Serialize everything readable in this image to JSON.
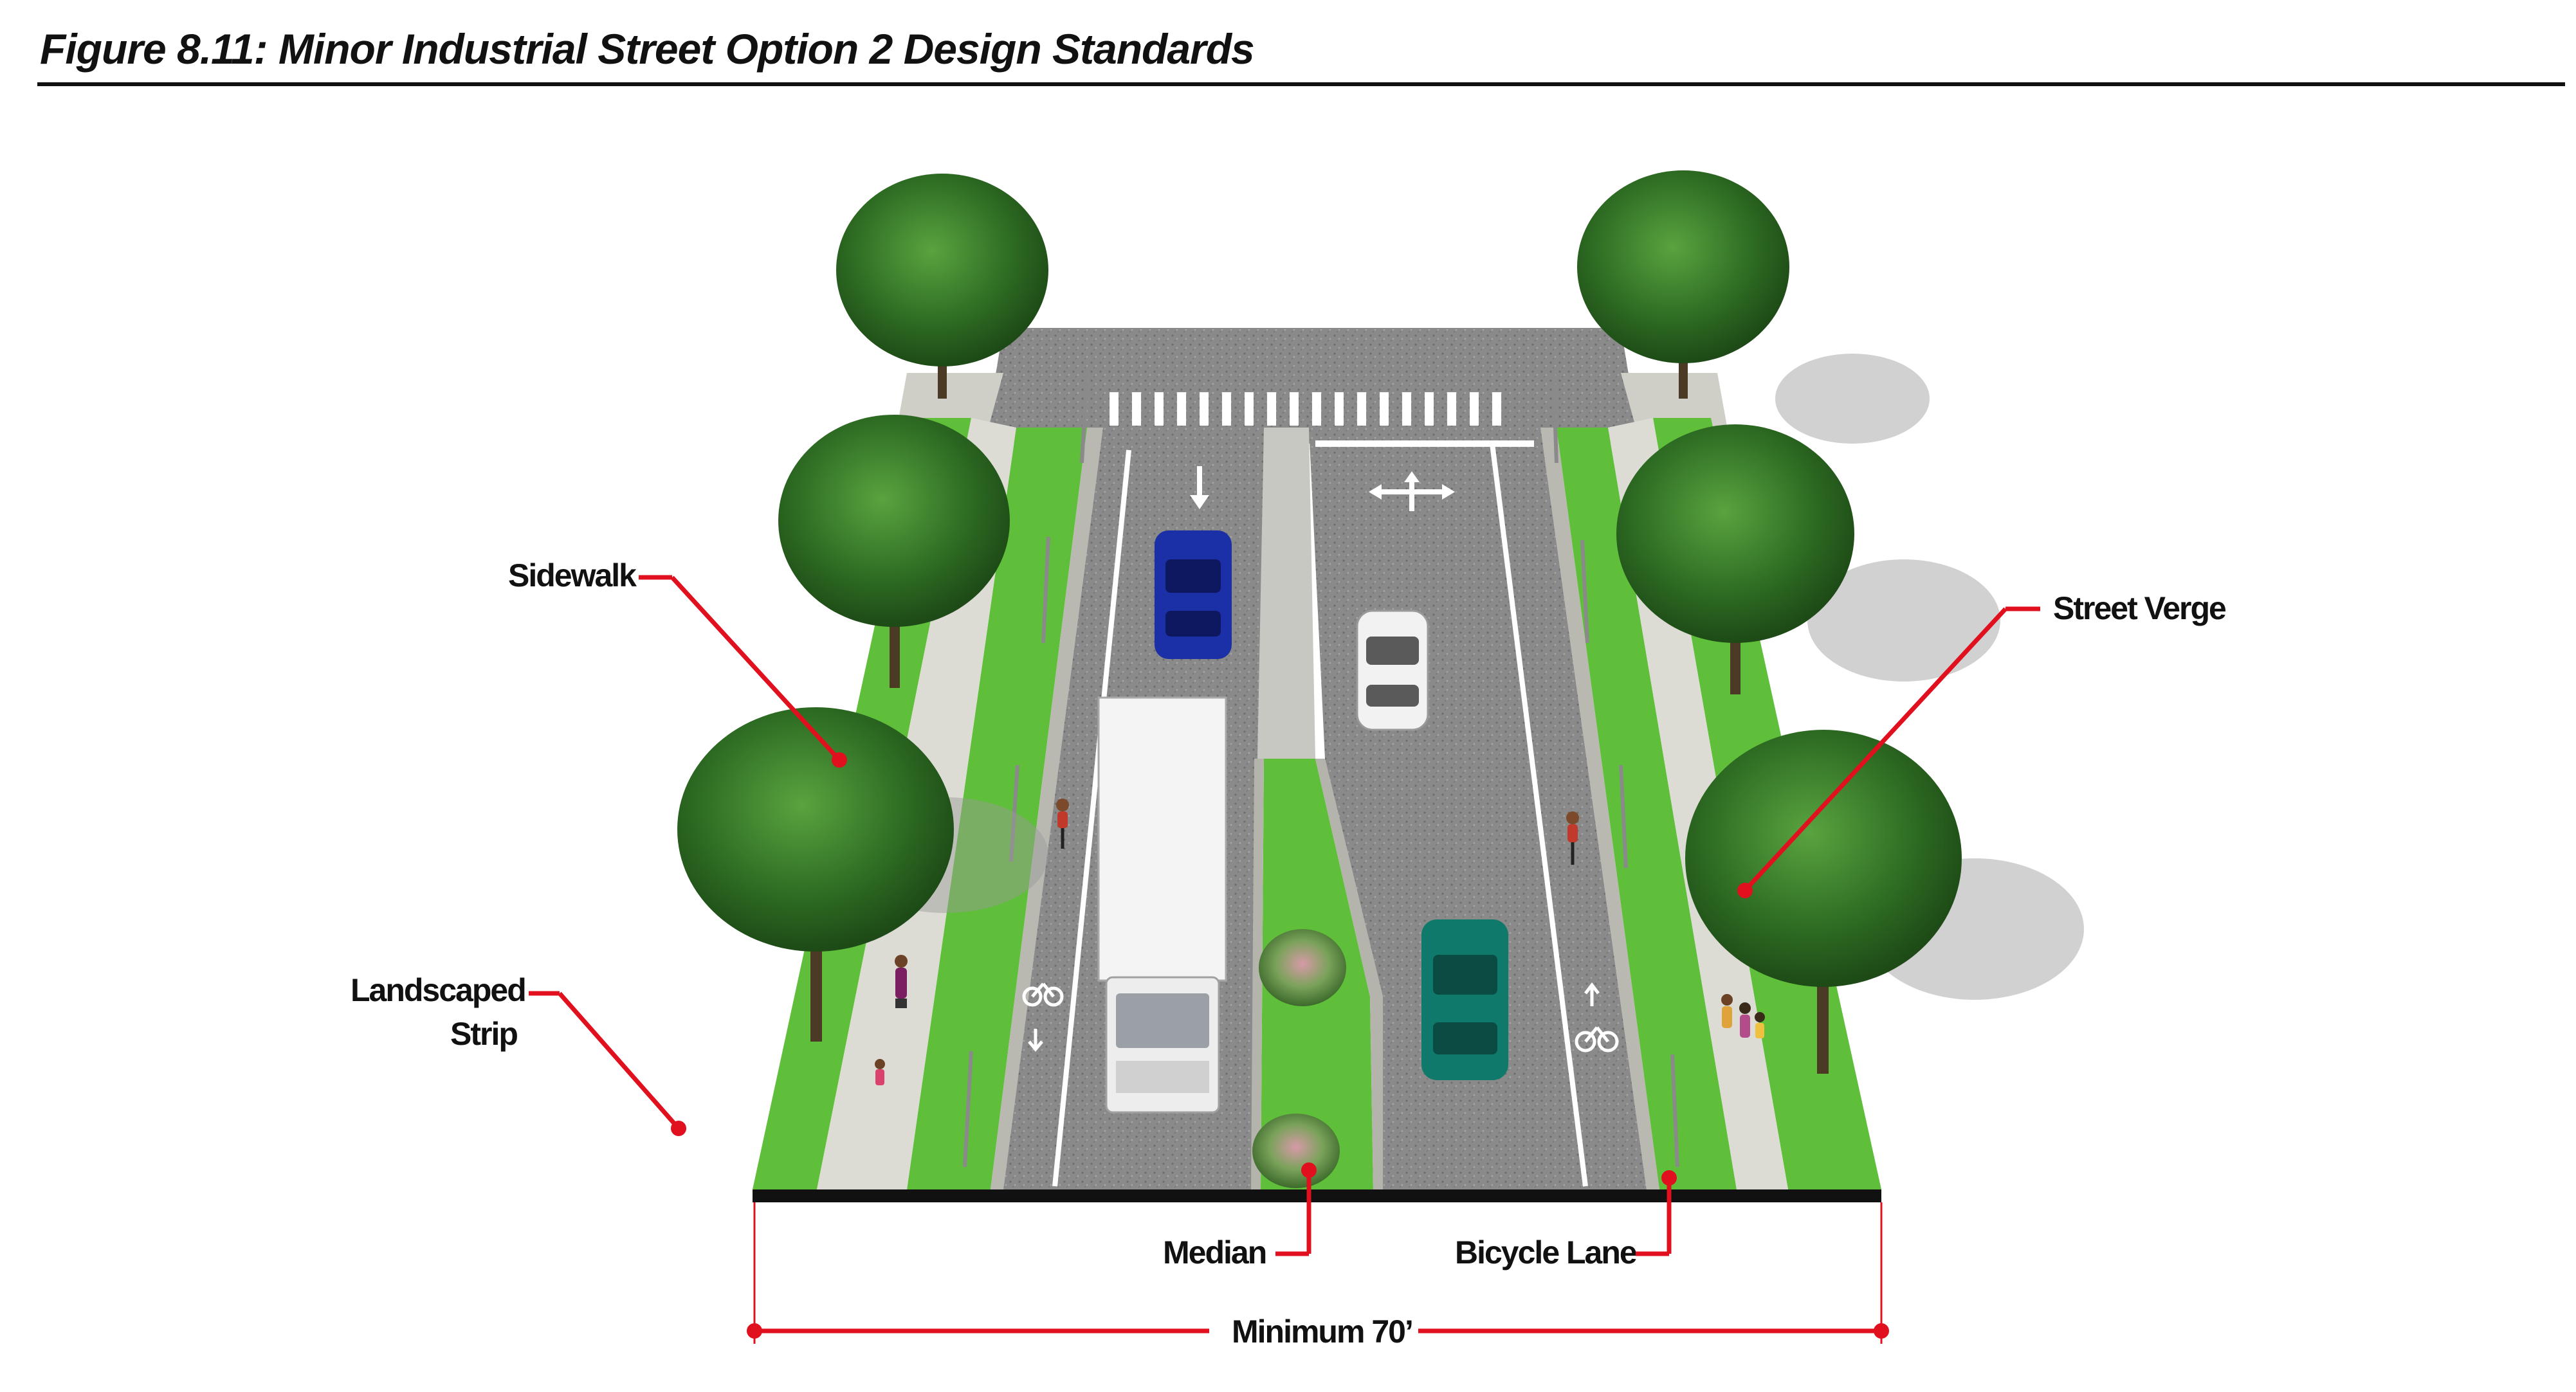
{
  "figure": {
    "title": "Figure 8.11: Minor Industrial Street Option 2 Design Standards"
  },
  "callouts": {
    "sidewalk": "Sidewalk",
    "street_verge": "Street Verge",
    "landscaped_strip_line1": "Landscaped",
    "landscaped_strip_line2": "Strip",
    "median": "Median",
    "bicycle_lane": "Bicycle Lane",
    "width": "Minimum 70’"
  },
  "colors": {
    "callout": "#e0101e",
    "road": "#8d8d8d",
    "grass": "#5fbf3a",
    "sidewalk": "#dcdcd4",
    "tree": "#2f6e24",
    "blue_car": "#1b2fa6",
    "teal_car": "#0f7a6c",
    "truck": "#f4f4f4"
  }
}
